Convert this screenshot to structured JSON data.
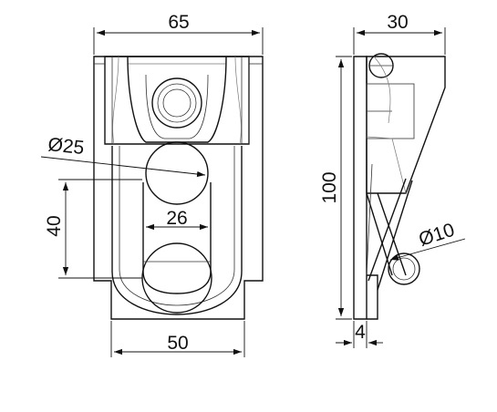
{
  "drawing": {
    "dimensions": {
      "top_width": "65",
      "side_width": "30",
      "bore_diameter": "Ø25",
      "height_left": "40",
      "slot_width": "26",
      "bottom_width": "50",
      "side_height": "100",
      "pin_diameter": "Ø10",
      "plate_thickness": "4"
    }
  }
}
